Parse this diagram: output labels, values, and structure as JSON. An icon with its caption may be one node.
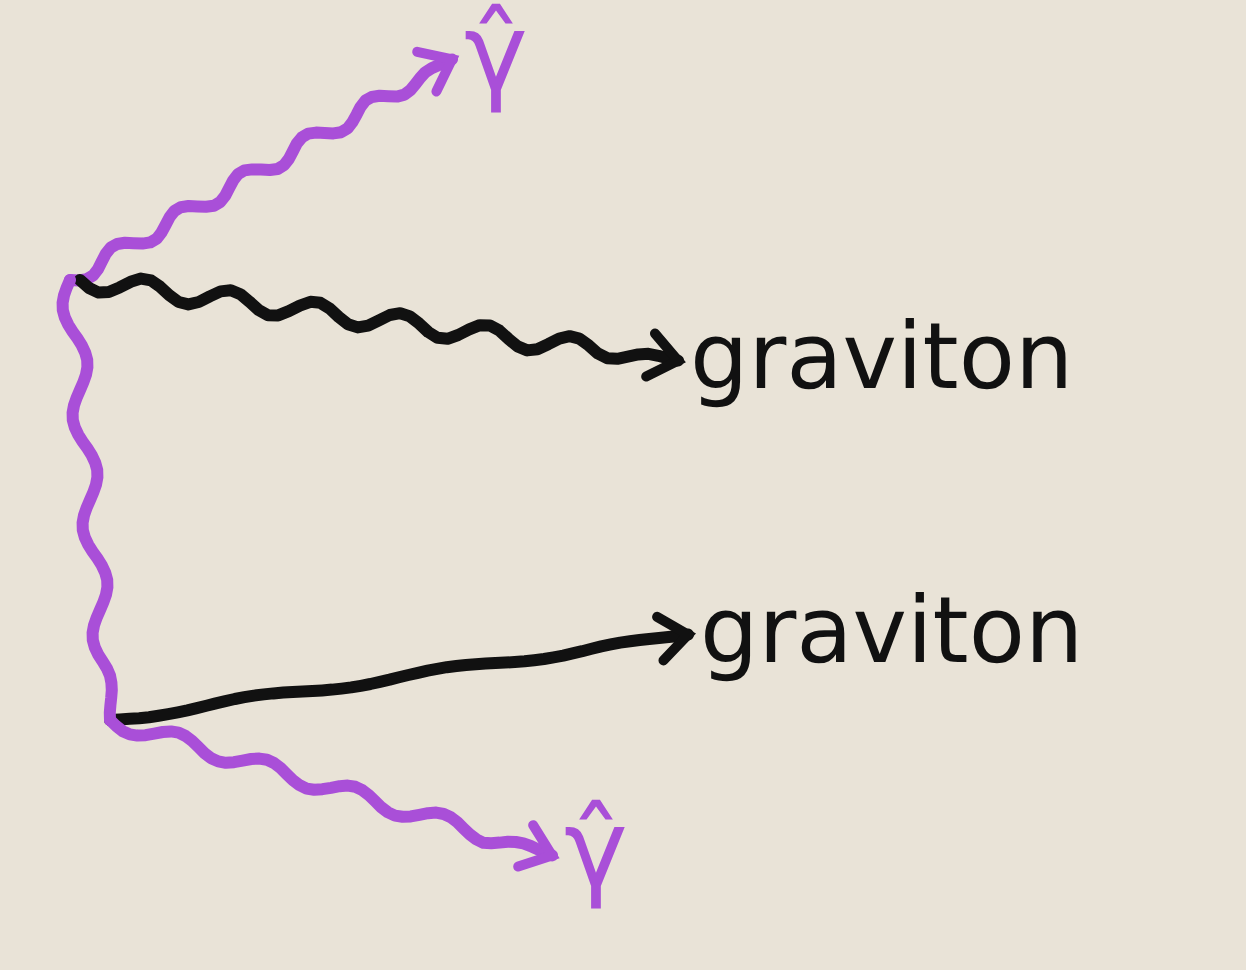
{
  "diagram": {
    "nodes": [
      {
        "text": [
          "γ̂"
        ]
      },
      {
        "text": [
          "graviton"
        ]
      },
      {
        "text": [
          "graviton"
        ]
      },
      {
        "text": [
          "γ̂"
        ]
      }
    ],
    "edges": [
      {
        "from": null,
        "to": 0,
        "arrow": "to",
        "color": "#a94fd8"
      },
      {
        "from": null,
        "to": 1,
        "arrow": "to",
        "color": "#111111"
      },
      {
        "from": null,
        "to": 2,
        "arrow": "to",
        "color": "#111111"
      },
      {
        "from": null,
        "to": 3,
        "arrow": "to",
        "color": "#a94fd8"
      }
    ]
  }
}
